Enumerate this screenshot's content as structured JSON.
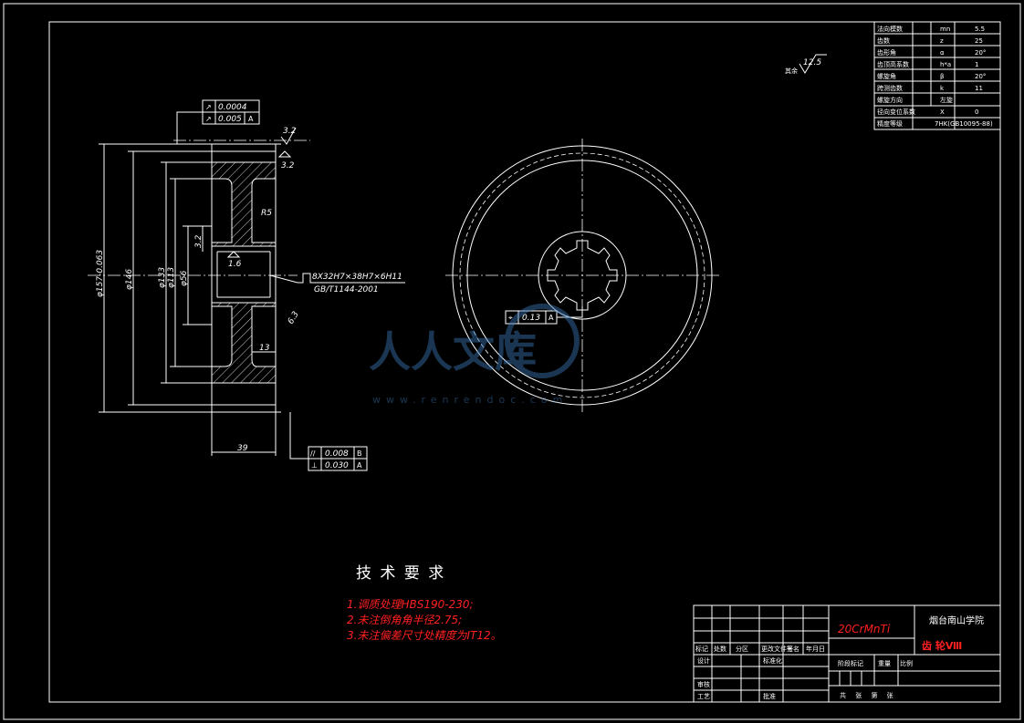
{
  "param_table": [
    {
      "name": "法向模数",
      "sym": "mn",
      "val": "5.5"
    },
    {
      "name": "齿数",
      "sym": "z",
      "val": "25"
    },
    {
      "name": "齿形角",
      "sym": "α",
      "val": "20°"
    },
    {
      "name": "齿顶高系数",
      "sym": "h*a",
      "val": "1"
    },
    {
      "name": "螺旋角",
      "sym": "β",
      "val": "20°"
    },
    {
      "name": "跨测齿数",
      "sym": "k",
      "val": "11"
    },
    {
      "name": "螺旋方向",
      "sym": "",
      "val": "左旋"
    },
    {
      "name": "径向变位系数",
      "sym": "X",
      "val": "0"
    },
    {
      "name": "精度等级",
      "sym": "",
      "val": "7HK(GB10095-88)"
    }
  ],
  "roughness_general": "12.5",
  "roughness_general_prefix": "其余",
  "tol_top": [
    {
      "sym": "↗",
      "val": "0.0004",
      "ref": ""
    },
    {
      "sym": "↗",
      "val": "0.005",
      "ref": "A"
    }
  ],
  "tol_bottom": [
    {
      "sym": "//",
      "val": "0.008",
      "ref": "B"
    },
    {
      "sym": "⊥",
      "val": "0.030",
      "ref": "A"
    }
  ],
  "tol_spline": {
    "sym": "⌖",
    "val": "0.13",
    "ref": "A"
  },
  "rough_top_1": "3.2",
  "rough_top_2": "3.2",
  "rough_bore": "1.6",
  "rough_hub": "3.2",
  "rough_side": "6.3",
  "dim_r": "R5",
  "dim_spline": "8X32H7×38H7×6H11",
  "dim_spline_std": "GB/T1144-2001",
  "dim_d157": "φ157-0.063",
  "dim_d146": "φ146",
  "dim_d133": "φ133",
  "dim_d113": "φ113",
  "dim_d56": "φ56",
  "dim_13": "13",
  "dim_39": "39",
  "tech_title": "技 术 要 求",
  "tech_items": [
    "1.调质处理HBS190-230;",
    "2.未注倒角角半径2.75;",
    "3.未注偏差尺寸处精度为IT12。"
  ],
  "title_block": {
    "material": "20CrMnTi",
    "school": "烟台南山学院",
    "part_name": "齿 轮Ⅷ",
    "hdr": [
      "标记",
      "处数",
      "分区",
      "更改文件号",
      "签名",
      "年月日"
    ],
    "row_design": "设计",
    "row_standard": "标准化",
    "row_check": "审核",
    "row_process": "工艺",
    "row_approve": "批准",
    "stage": "阶段标记",
    "weight": "重量",
    "scale": "比例",
    "sheets": "共  张  第  张"
  },
  "watermark": {
    "text": "人人文库",
    "url": "www.renrendoc.com"
  }
}
